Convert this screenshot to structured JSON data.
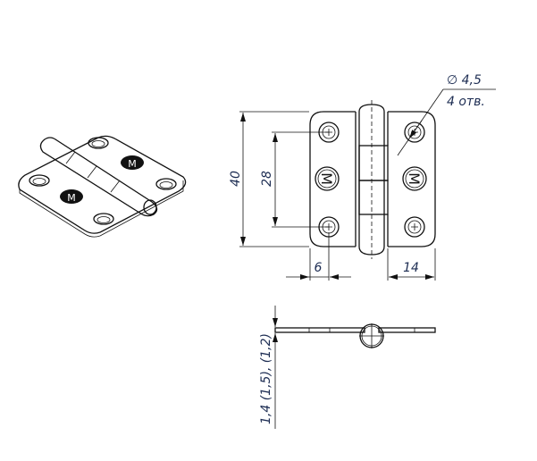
{
  "title": "Hinge technical drawing",
  "colors": {
    "line": "#111111",
    "dimension_text": "#1c2c52"
  },
  "dimensions": {
    "height": "40",
    "hole_spacing": "28",
    "edge_offset": "6",
    "knuckle_to_edge": "14",
    "hole_diameter": "∅ 4,5",
    "hole_count": "4 отв.",
    "thickness": "1,4 (1,5), (1,2)"
  },
  "logo_letter": "M"
}
